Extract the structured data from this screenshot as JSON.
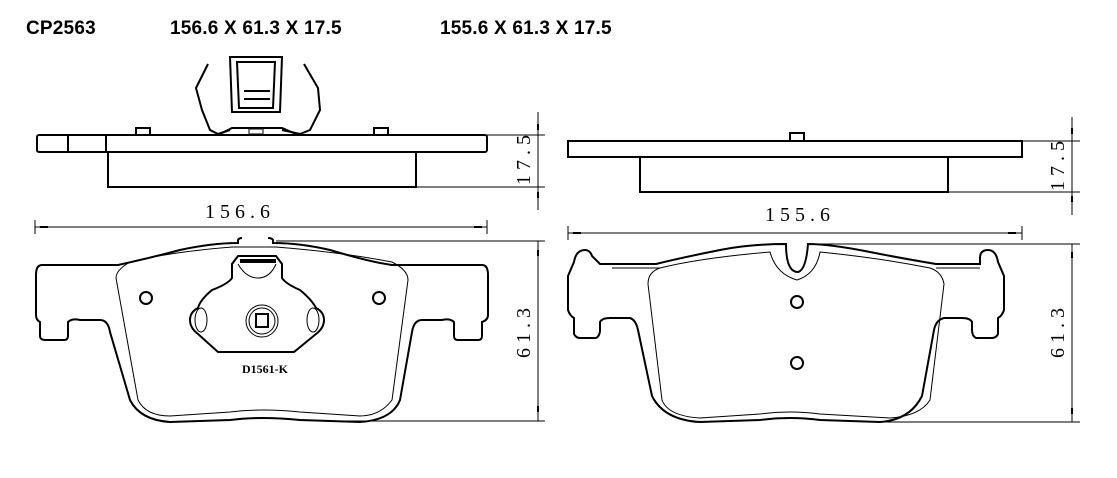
{
  "header": {
    "part_code": "CP2563",
    "dims_pad_a": "156.6 X 61.3 X 17.5",
    "dims_pad_b": "155.6 X 61.3 X 17.5"
  },
  "drawing_left": {
    "width_label": "156.6",
    "thickness_label": "17.5",
    "height_label": "61.3",
    "stamp_code": "D1561-K"
  },
  "drawing_right": {
    "width_label": "155.6",
    "thickness_label": "17.5",
    "height_label": "61.3"
  }
}
